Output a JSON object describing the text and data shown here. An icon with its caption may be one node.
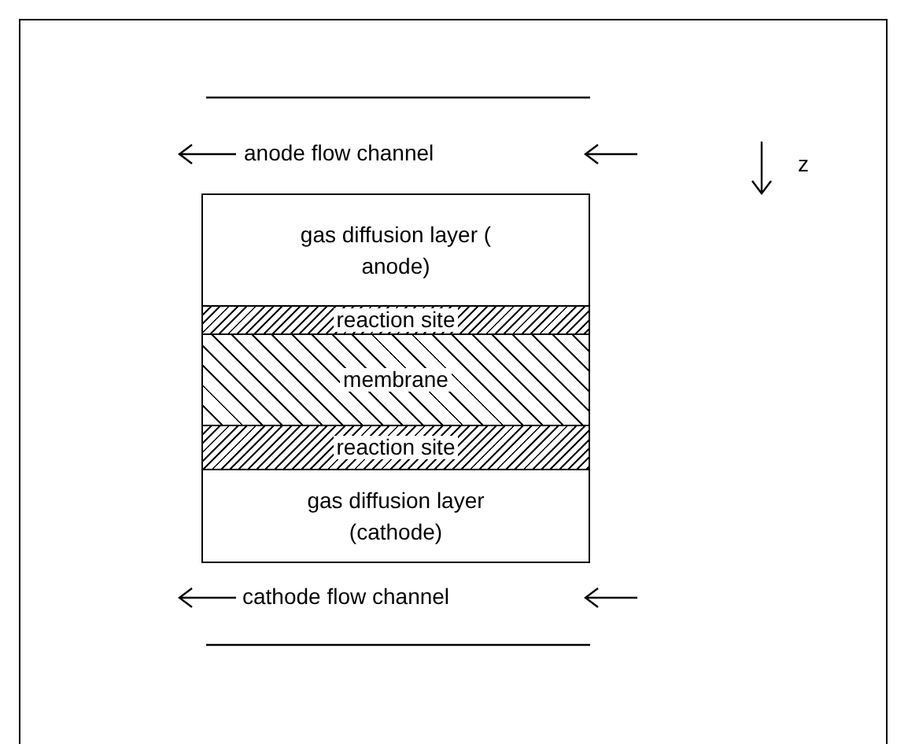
{
  "diagram": {
    "nodes": [
      {
        "text": [
          "gas diffusion layer ( anode)"
        ]
      },
      {
        "text": [
          "reaction site"
        ]
      },
      {
        "text": [
          "membrane"
        ]
      },
      {
        "text": [
          "reaction site"
        ]
      },
      {
        "text": [
          "gas diffusion layer (cathode)"
        ]
      }
    ],
    "edges": [],
    "labels": [
      "anode flow channel",
      "z",
      "cathode flow channel"
    ]
  }
}
